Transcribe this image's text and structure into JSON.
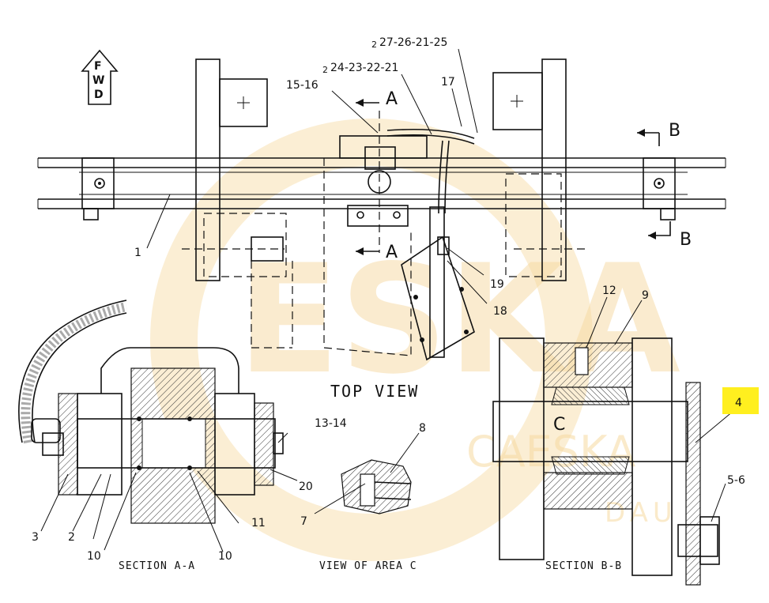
{
  "labels": {
    "fwd_letters": [
      "F",
      "W",
      "D"
    ],
    "top_view": "TOP VIEW",
    "section_aa": "SECTION A-A",
    "view_area_c": "VIEW OF AREA C",
    "section_bb": "SECTION B-B",
    "area_c": "C",
    "cut_a_top": "A",
    "cut_a_bottom": "A",
    "cut_b_top": "B",
    "cut_b_bottom": "B"
  },
  "callouts": {
    "p1": "1",
    "p2": "2",
    "p3": "3",
    "p4": "4",
    "p5_6": "5-6",
    "p7": "7",
    "p8": "8",
    "p9": "9",
    "p10a": "10",
    "p10b": "10",
    "p11": "11",
    "p12": "12",
    "p13_14": "13-14",
    "p15_16": "15-16",
    "p17": "17",
    "p18": "18",
    "p19": "19",
    "p20": "20",
    "p24_23_22_21_qty": "2",
    "p24_23_22_21": "24-23-22-21",
    "p27_26_21_25_qty": "2",
    "p27_26_21_25": "27-26-21-25"
  },
  "watermark": {
    "text_large": "ESKA",
    "text_mid": "CAESKA",
    "text_small": "DAU",
    "color": "#f7d9a0"
  },
  "colors": {
    "ink": "#111111",
    "highlight": "#ffef1f"
  }
}
